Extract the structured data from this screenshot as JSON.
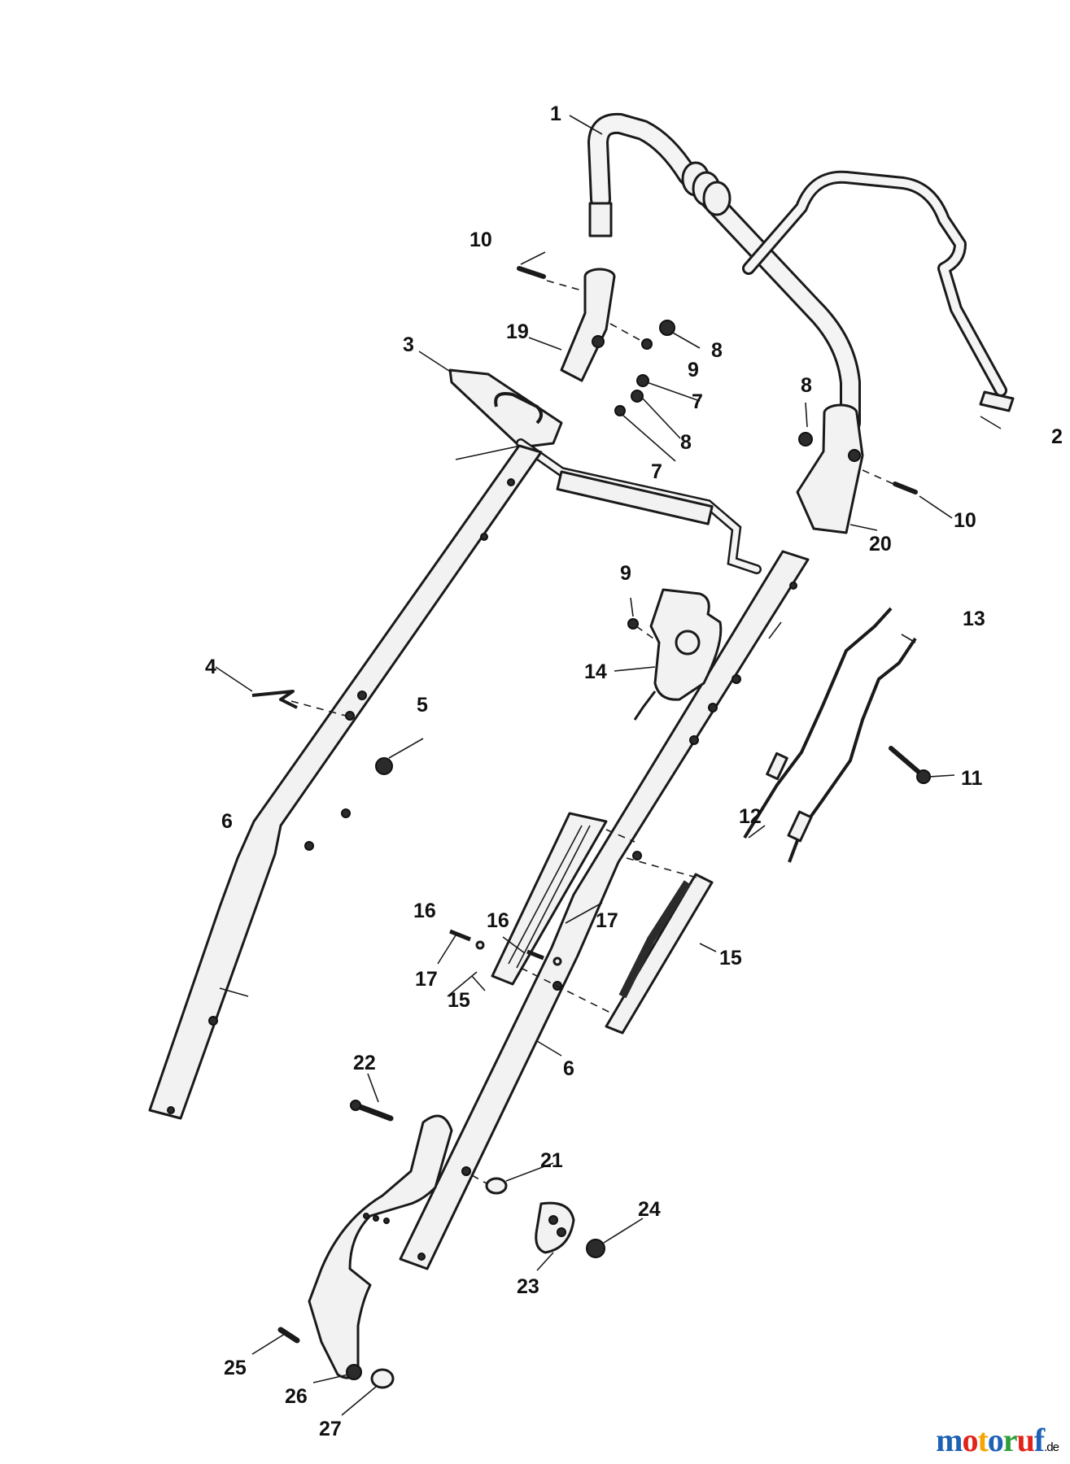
{
  "callouts": {
    "c1": "1",
    "c2": "2",
    "c3": "3",
    "c4": "4",
    "c5": "5",
    "c6a": "6",
    "c6b": "6",
    "c7a": "7",
    "c7b": "7",
    "c8a": "8",
    "c8b": "8",
    "c8c": "8",
    "c9a": "9",
    "c9b": "9",
    "c10a": "10",
    "c10b": "10",
    "c11": "11",
    "c12": "12",
    "c13": "13",
    "c14": "14",
    "c15a": "15",
    "c15b": "15",
    "c16a": "16",
    "c16b": "16",
    "c17a": "17",
    "c17b": "17",
    "c19": "19",
    "c20": "20",
    "c21": "21",
    "c22": "22",
    "c23": "23",
    "c24": "24",
    "c25": "25",
    "c26": "26",
    "c27": "27"
  },
  "watermark": {
    "text_letters": [
      "m",
      "o",
      "t",
      "o",
      "r",
      "u",
      "f"
    ],
    "letter_colors": [
      "#1e62b5",
      "#e2231a",
      "#f5a400",
      "#1e62b5",
      "#2e9e3a",
      "#e2231a",
      "#1e62b5"
    ],
    "tld": ".de"
  }
}
